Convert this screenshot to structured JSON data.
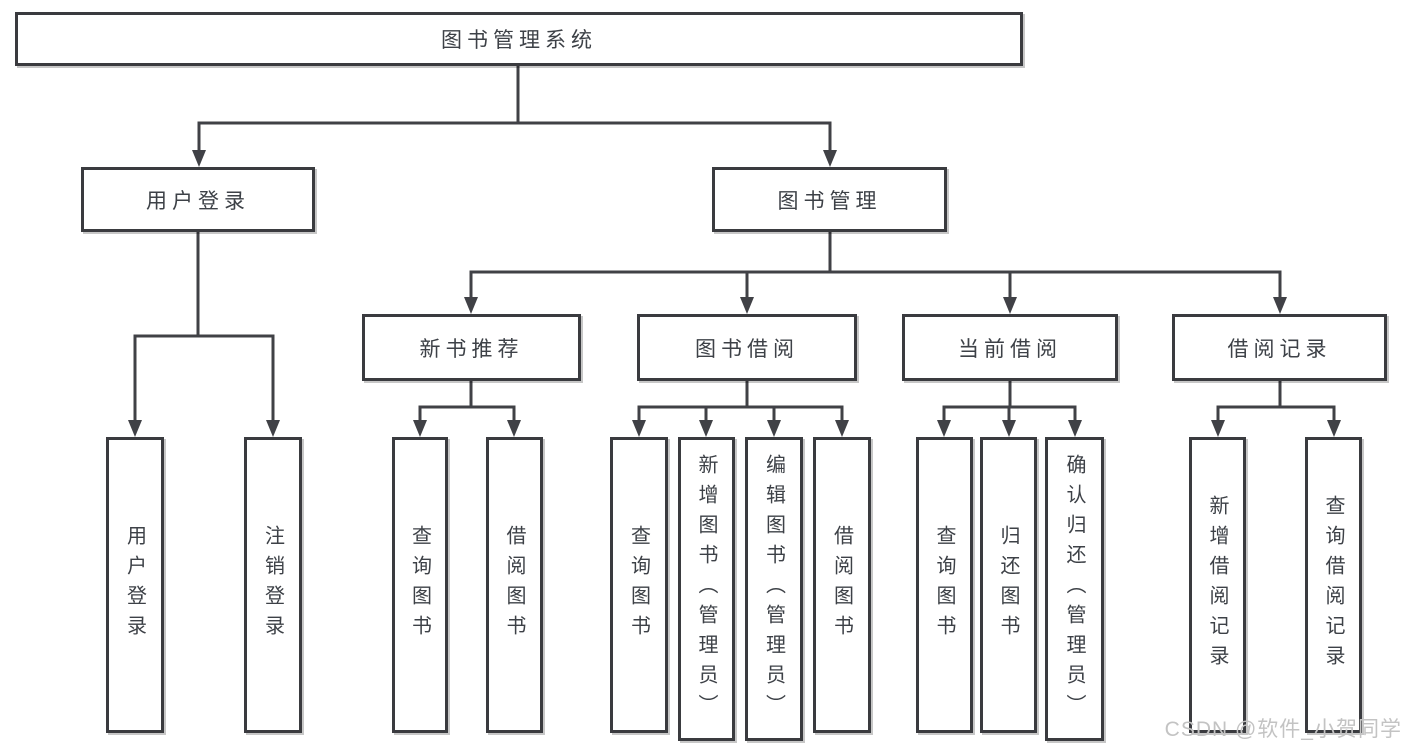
{
  "diagram_type": "hierarchy-tree",
  "tree": {
    "label": "图书管理系统",
    "children": [
      {
        "label": "用户登录",
        "children": [
          {
            "label": "用户登录"
          },
          {
            "label": "注销登录"
          }
        ]
      },
      {
        "label": "图书管理",
        "children": [
          {
            "label": "新书推荐",
            "children": [
              {
                "label": "查询图书"
              },
              {
                "label": "借阅图书"
              }
            ]
          },
          {
            "label": "图书借阅",
            "children": [
              {
                "label": "查询图书"
              },
              {
                "label": "新增图书（管理员）"
              },
              {
                "label": "编辑图书（管理员）"
              },
              {
                "label": "借阅图书"
              }
            ]
          },
          {
            "label": "当前借阅",
            "children": [
              {
                "label": "查询图书"
              },
              {
                "label": "归还图书"
              },
              {
                "label": "确认归还（管理员）"
              }
            ]
          },
          {
            "label": "借阅记录",
            "children": [
              {
                "label": "新增借阅记录"
              },
              {
                "label": "查询借阅记录"
              }
            ]
          }
        ]
      }
    ]
  },
  "watermark": {
    "text": "CSDN @软件_小贺同学"
  },
  "colors": {
    "line": "#404146",
    "box_border": "#3a3b3f",
    "text": "#3d4147",
    "watermark": "#c3c3c3",
    "background": "#ffffff"
  }
}
